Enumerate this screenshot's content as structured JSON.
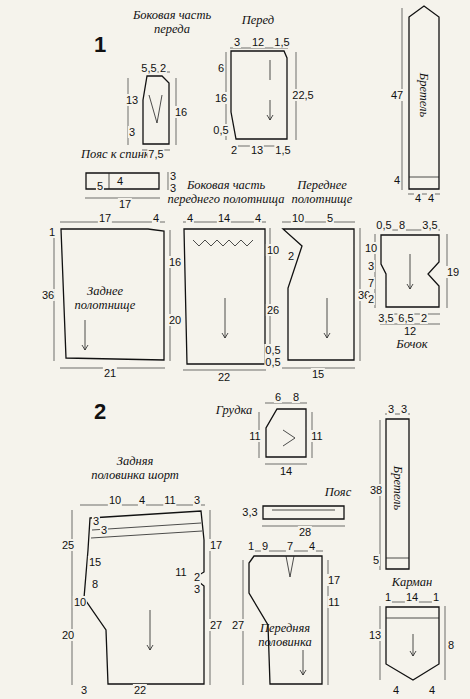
{
  "diagram": {
    "nodes": [
      {
        "text": [
          "Боковая часть переда"
        ]
      },
      {
        "text": [
          "Перед"
        ]
      },
      {
        "text": [
          "Бретель"
        ]
      },
      {
        "text": [
          "Пояс к спинке"
        ]
      },
      {
        "text": [
          "Заднее полотнище"
        ]
      },
      {
        "text": [
          "Боковая часть переднего полотнища"
        ]
      },
      {
        "text": [
          "Переднее полотнище"
        ]
      },
      {
        "text": [
          "Бочок"
        ]
      },
      {
        "text": [
          "Задняя половинка шорт"
        ]
      },
      {
        "text": [
          "Грудка"
        ]
      },
      {
        "text": [
          "Пояс"
        ]
      },
      {
        "text": [
          "Бретель"
        ]
      },
      {
        "text": [
          "Передняя половинка"
        ]
      },
      {
        "text": [
          "Карман"
        ]
      }
    ],
    "labels": [
      "1",
      "5,5",
      "2",
      "13",
      "16",
      "3",
      "7,5",
      "3",
      "12",
      "1,5",
      "6",
      "16",
      "22,5",
      "0,5",
      "2",
      "13",
      "1,5",
      "47",
      "4",
      "4",
      "4",
      "4",
      "5",
      "3",
      "3",
      "17",
      "17",
      "4",
      "1",
      "36",
      "16",
      "20",
      "21",
      "4",
      "14",
      "4",
      "10",
      "26",
      "0,5",
      "22",
      "10",
      "5",
      "2",
      "36",
      "0,5",
      "15",
      "0,5",
      "8",
      "3,5",
      "10",
      "3",
      "7",
      "2",
      "19",
      "3,5",
      "6,5",
      "2",
      "12",
      "2",
      "6",
      "8",
      "11",
      "11",
      "14",
      "10",
      "4",
      "11",
      "3",
      "25",
      "3",
      "3",
      "15",
      "8",
      "10",
      "20",
      "11",
      "2",
      "3",
      "17",
      "27",
      "3",
      "22",
      "3,3",
      "28",
      "1",
      "9",
      "7",
      "4",
      "17",
      "11",
      "27",
      "3",
      "3",
      "38",
      "5",
      "1",
      "14",
      "1",
      "13",
      "8",
      "4",
      "4"
    ]
  }
}
